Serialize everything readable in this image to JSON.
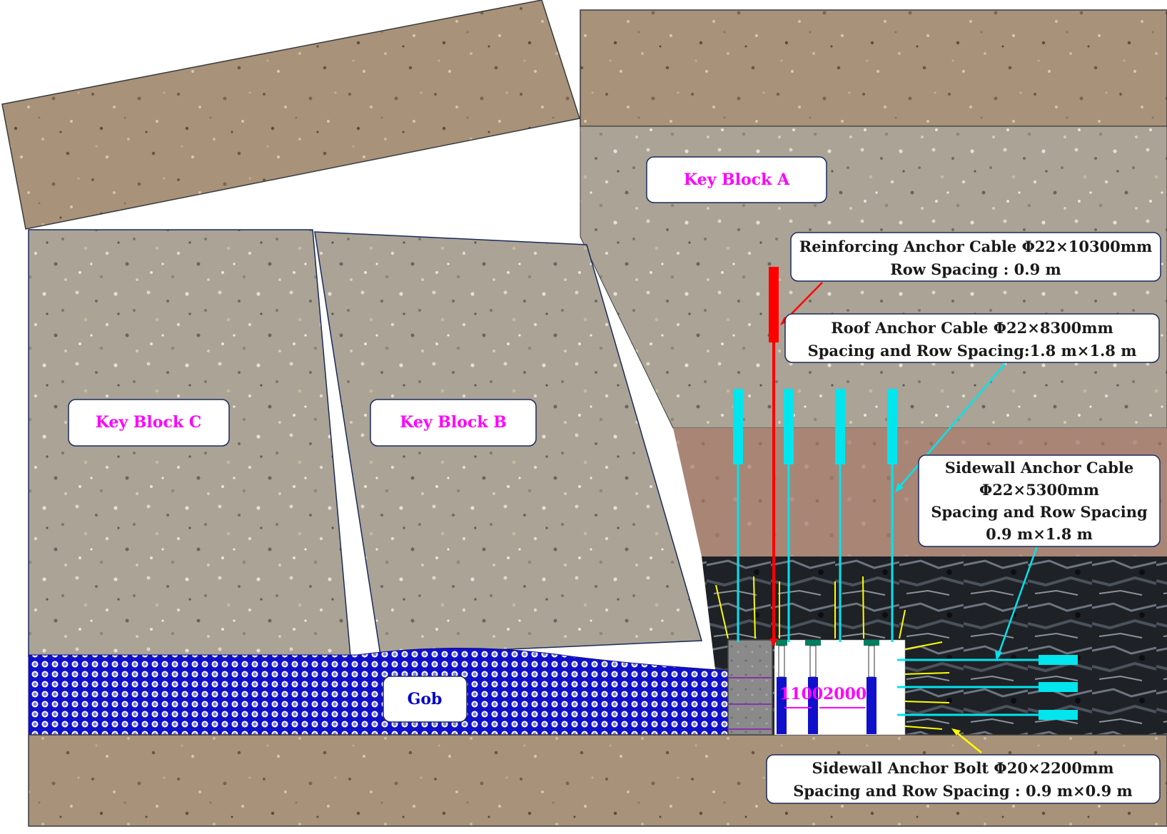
{
  "labels": {
    "key_block_a": "Key Block A",
    "key_block_b": "Key Block B",
    "key_block_c": "Key Block C",
    "gob": "Gob",
    "dim_1100": "1100",
    "dim_2000": "2000"
  },
  "callouts": {
    "reinforcing_cable": [
      "Reinforcing Anchor Cable Φ22×10300mm",
      "Row Spacing : 0.9 m"
    ],
    "roof_cable": [
      "Roof Anchor Cable Φ22×8300mm",
      "Spacing and Row Spacing:1.8 m×1.8 m"
    ],
    "sidewall_cable": [
      "Sidewall Anchor Cable",
      "Φ22×5300mm",
      "Spacing and Row Spacing",
      "0.9 m×1.8 m"
    ],
    "sidewall_bolt": [
      "Sidewall Anchor Bolt Φ20×2200mm",
      "Spacing and Row Spacing : 0.9 m×0.9 m"
    ]
  },
  "colors": {
    "reinforcing_cable": "#ff0000",
    "anchor_cable": "#00e5ee",
    "bolt": "#ffff00",
    "key_block_label": "#ff00ff",
    "gob_label": "#0000cc",
    "gob_fill": "#1010cc"
  }
}
